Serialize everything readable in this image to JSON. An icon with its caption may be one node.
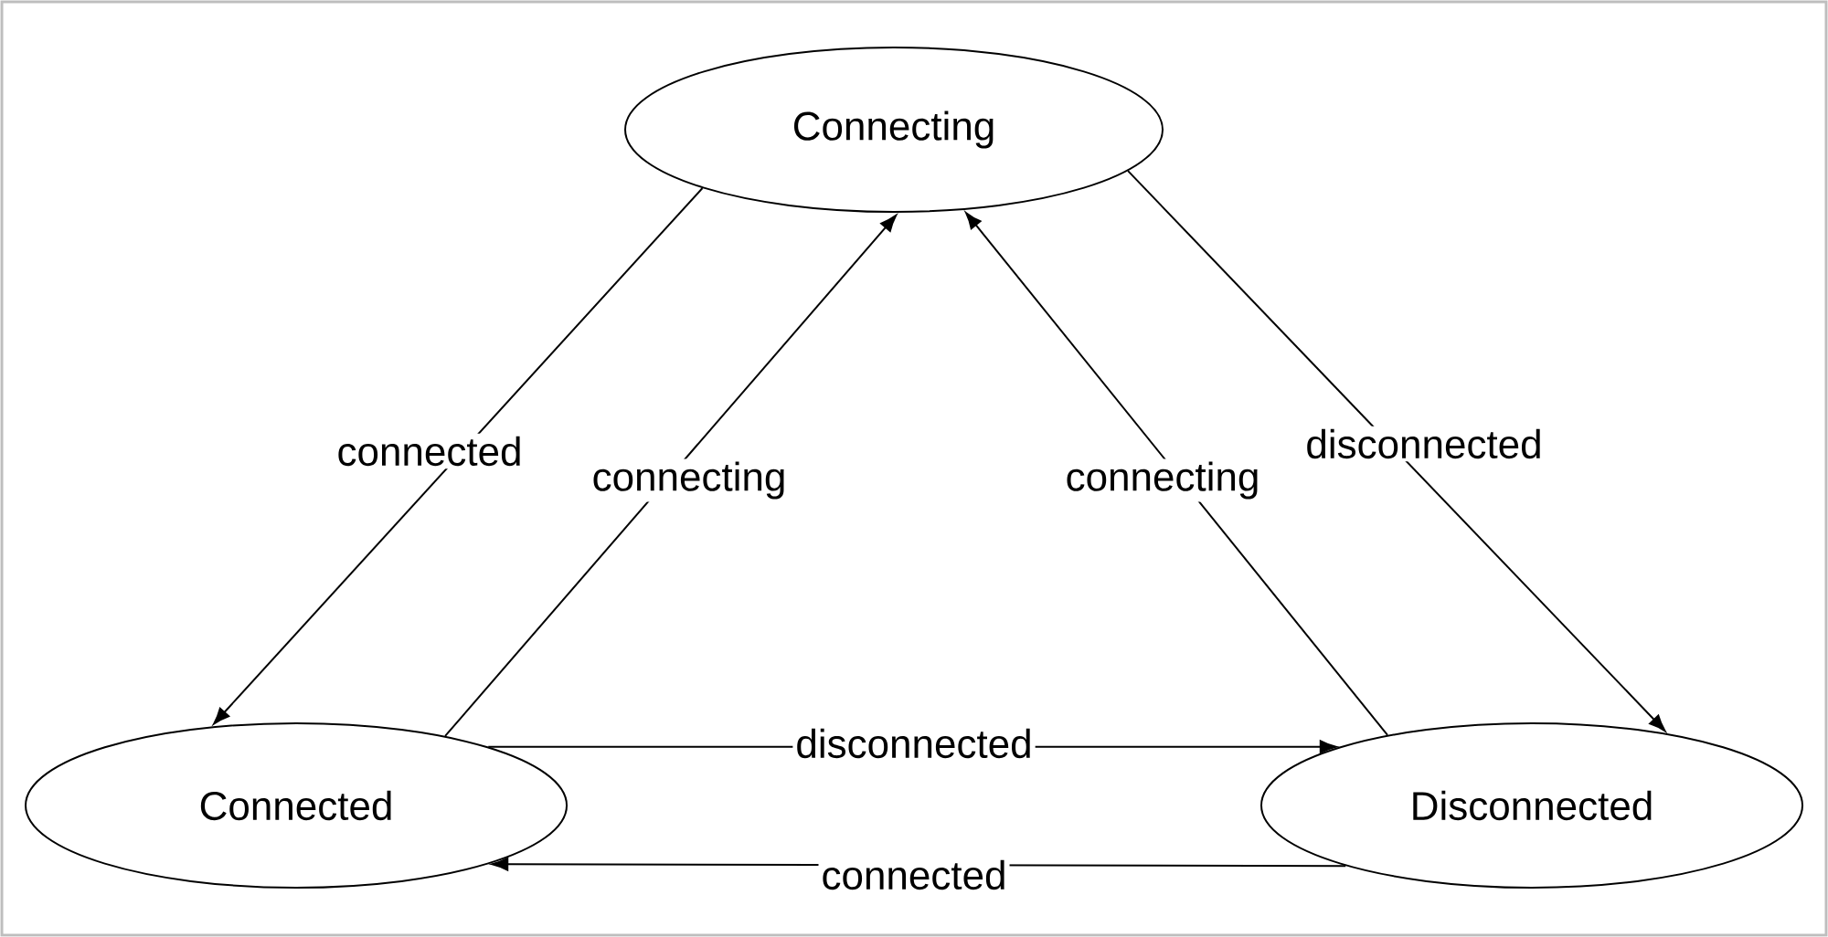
{
  "diagram": {
    "nodes": [
      {
        "text": [
          "Connecting"
        ]
      },
      {
        "text": [
          "Connected"
        ]
      },
      {
        "text": [
          "Disconnected"
        ]
      }
    ],
    "edges": [
      {
        "from": 0,
        "to": 1,
        "arrow": "to",
        "label": "connected"
      },
      {
        "from": 1,
        "to": 0,
        "arrow": "to",
        "label": "connecting"
      },
      {
        "from": 2,
        "to": 0,
        "arrow": "to",
        "label": "connecting"
      },
      {
        "from": 0,
        "to": 2,
        "arrow": "to",
        "label": "disconnected"
      },
      {
        "from": 1,
        "to": 2,
        "arrow": "to",
        "label": "disconnected"
      },
      {
        "from": 2,
        "to": 1,
        "arrow": "to",
        "label": "connected"
      }
    ]
  }
}
